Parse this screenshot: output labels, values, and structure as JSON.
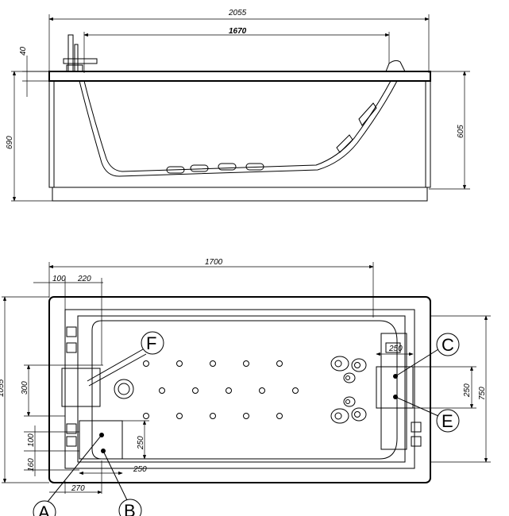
{
  "side_view": {
    "dims": {
      "total_length": "2055",
      "inner_length": "1670",
      "rim_height": "40",
      "total_height": "690",
      "right_height": "605"
    }
  },
  "top_view": {
    "dims": {
      "length": "1700",
      "offset_100": "100",
      "offset_220": "220",
      "height_300": "300",
      "width_250_right": "250",
      "height_250_right": "250",
      "width_750": "750",
      "left_100": "100",
      "left_160": "160",
      "height_250_left": "250",
      "width_250_left": "250",
      "width_270": "270",
      "overall_width": "1055"
    },
    "callouts": [
      "F",
      "C",
      "E",
      "A",
      "B"
    ]
  }
}
